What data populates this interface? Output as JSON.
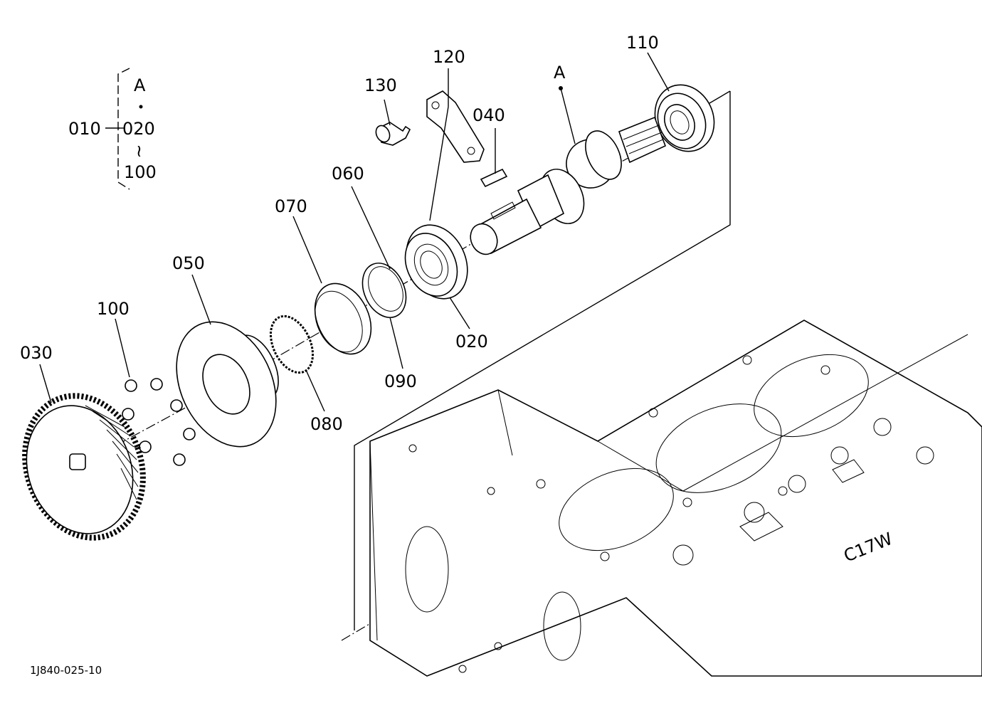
{
  "diagram_code": "1J840-025-10",
  "group": {
    "parent": "010",
    "items": [
      "A",
      "020",
      "100"
    ]
  },
  "callouts": {
    "p110": "110",
    "p120": "120",
    "p130": "130",
    "p040": "040",
    "pA": "A",
    "p060": "060",
    "p070": "070",
    "p050": "050",
    "p100": "100",
    "p030": "030",
    "p020": "020",
    "p090": "090",
    "p080": "080"
  },
  "block_marking": "C17W"
}
